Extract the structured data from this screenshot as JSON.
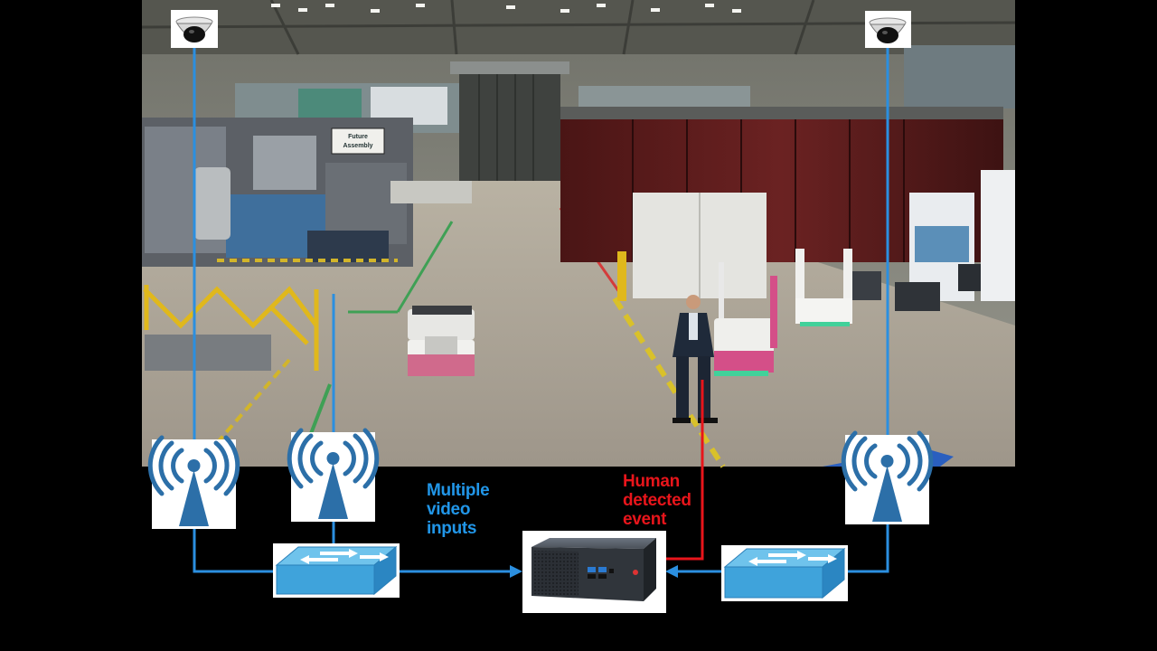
{
  "labels": {
    "video_inputs": [
      "Multiple",
      "video",
      "inputs"
    ],
    "human_event": [
      "Human",
      "detected",
      "event"
    ]
  },
  "scene_signs": {
    "assembly": [
      "Future",
      "Assembly"
    ]
  },
  "colors": {
    "background": "#000000",
    "network_line": "#2B8FE0",
    "event_line": "#E8151B",
    "switch_face": "#4AA8DD",
    "antenna": "#2C6FA8"
  },
  "icons": {
    "camera": "dome-camera-icon",
    "access_point": "wireless-access-point-icon",
    "switch": "network-switch-icon",
    "computer": "mini-pc-icon",
    "person": "person-icon"
  }
}
